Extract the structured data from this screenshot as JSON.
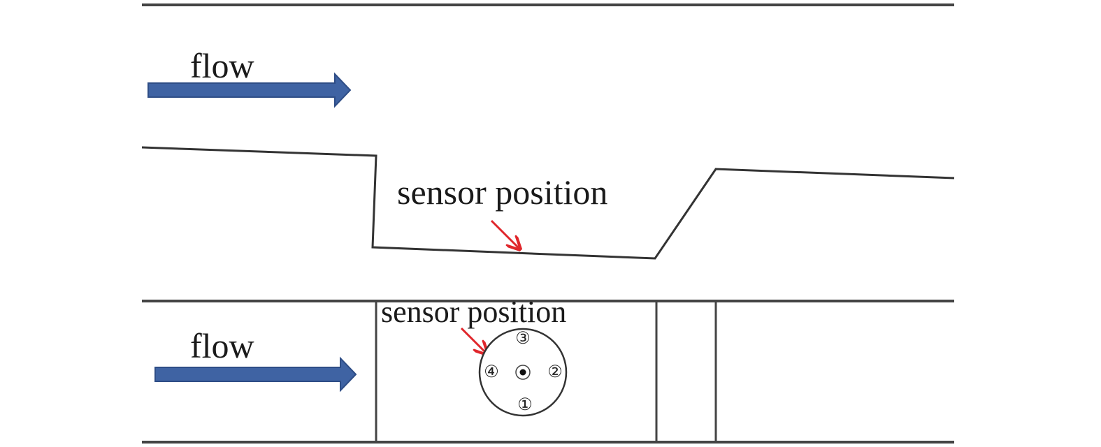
{
  "colors": {
    "arrow_fill": "#3f63a3",
    "arrow_stroke": "#2e4d86",
    "pointer": "#e0262b",
    "line": "#444444"
  },
  "side_view": {
    "flow_label": "flow",
    "sensor_label": "sensor position"
  },
  "top_view": {
    "flow_label": "flow",
    "sensor_label": "sensor position",
    "sensors": [
      {
        "id": "1",
        "label": "①"
      },
      {
        "id": "2",
        "label": "②"
      },
      {
        "id": "3",
        "label": "③"
      },
      {
        "id": "4",
        "label": "④"
      }
    ]
  }
}
